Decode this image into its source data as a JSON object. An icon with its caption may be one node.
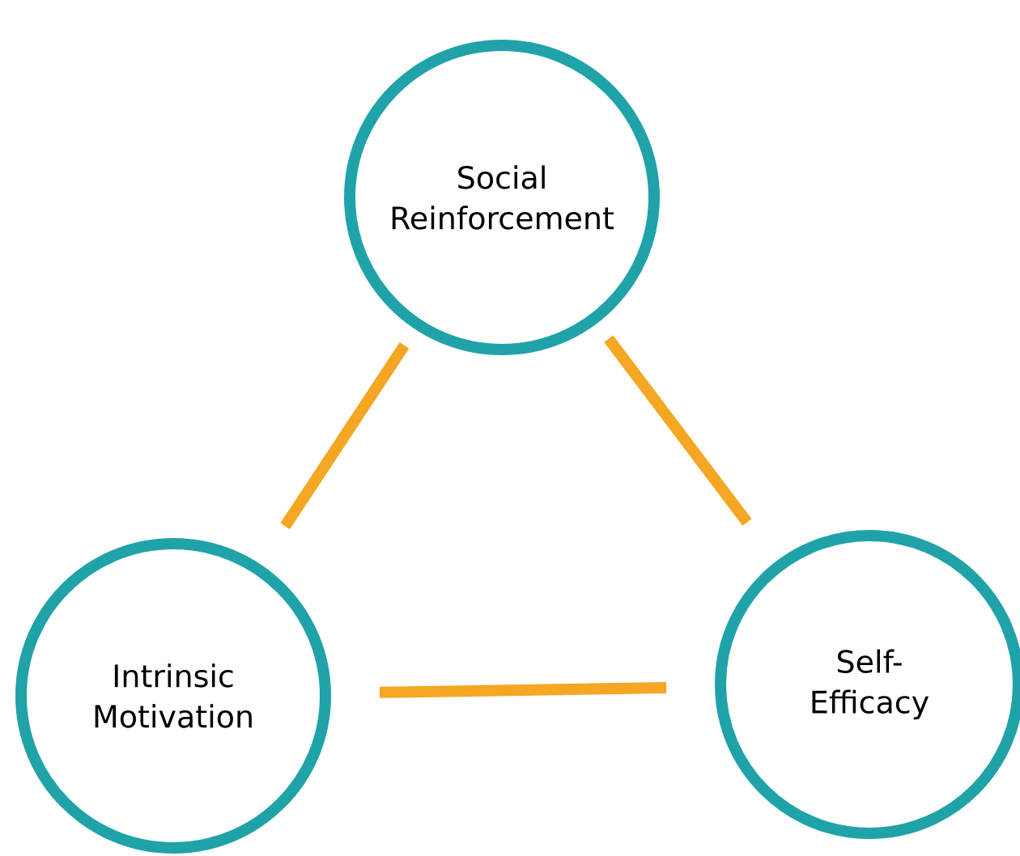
{
  "diagram": {
    "nodes": [
      {
        "text": [
          "Social Reinforcement"
        ]
      },
      {
        "text": [
          "Intrinsic Motivation"
        ]
      },
      {
        "text": [
          "Self- Efficacy"
        ]
      }
    ],
    "edges": [
      {
        "from": 0,
        "to": 1,
        "arrow": "none"
      },
      {
        "from": 0,
        "to": 2,
        "arrow": "none"
      },
      {
        "from": 1,
        "to": 2,
        "arrow": "none"
      }
    ]
  }
}
